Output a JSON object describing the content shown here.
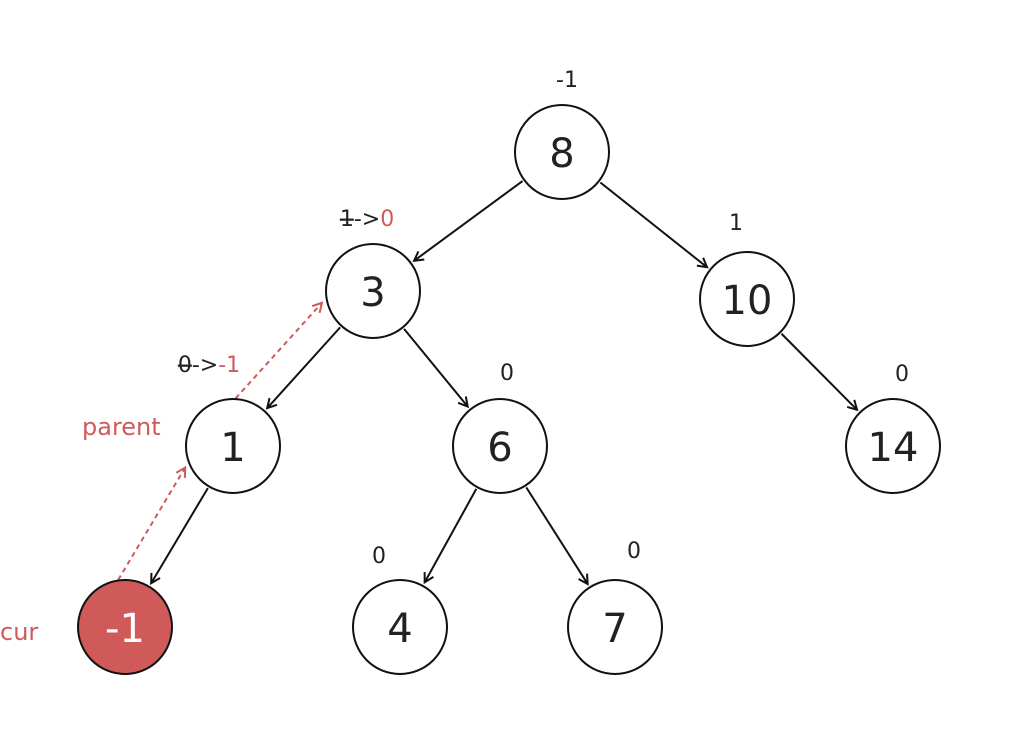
{
  "colors": {
    "accent": "#d05a5a",
    "line": "#111111",
    "text": "#222222"
  },
  "nodes": [
    {
      "id": "n8",
      "value": "8",
      "bf": "-1"
    },
    {
      "id": "n3",
      "value": "3",
      "bf_old": "1",
      "bf_arrow": "->",
      "bf_new": "0"
    },
    {
      "id": "n10",
      "value": "10",
      "bf": "1"
    },
    {
      "id": "n1",
      "value": "1",
      "bf_old": "0",
      "bf_arrow": "->",
      "bf_new": "-1"
    },
    {
      "id": "n6",
      "value": "6",
      "bf": "0"
    },
    {
      "id": "n14",
      "value": "14",
      "bf": "0"
    },
    {
      "id": "n4",
      "value": "4",
      "bf": "0"
    },
    {
      "id": "n7",
      "value": "7",
      "bf": "0"
    },
    {
      "id": "nm1",
      "value": "-1",
      "highlight": true
    }
  ],
  "edges": [
    [
      "n8",
      "n3"
    ],
    [
      "n8",
      "n10"
    ],
    [
      "n3",
      "n1"
    ],
    [
      "n3",
      "n6"
    ],
    [
      "n10",
      "n14"
    ],
    [
      "n1",
      "nm1"
    ],
    [
      "n6",
      "n4"
    ],
    [
      "n6",
      "n7"
    ]
  ],
  "trace": [
    [
      "nm1",
      "n1"
    ],
    [
      "n1",
      "n3"
    ]
  ],
  "labels": {
    "cur": "cur",
    "parent": "parent"
  }
}
